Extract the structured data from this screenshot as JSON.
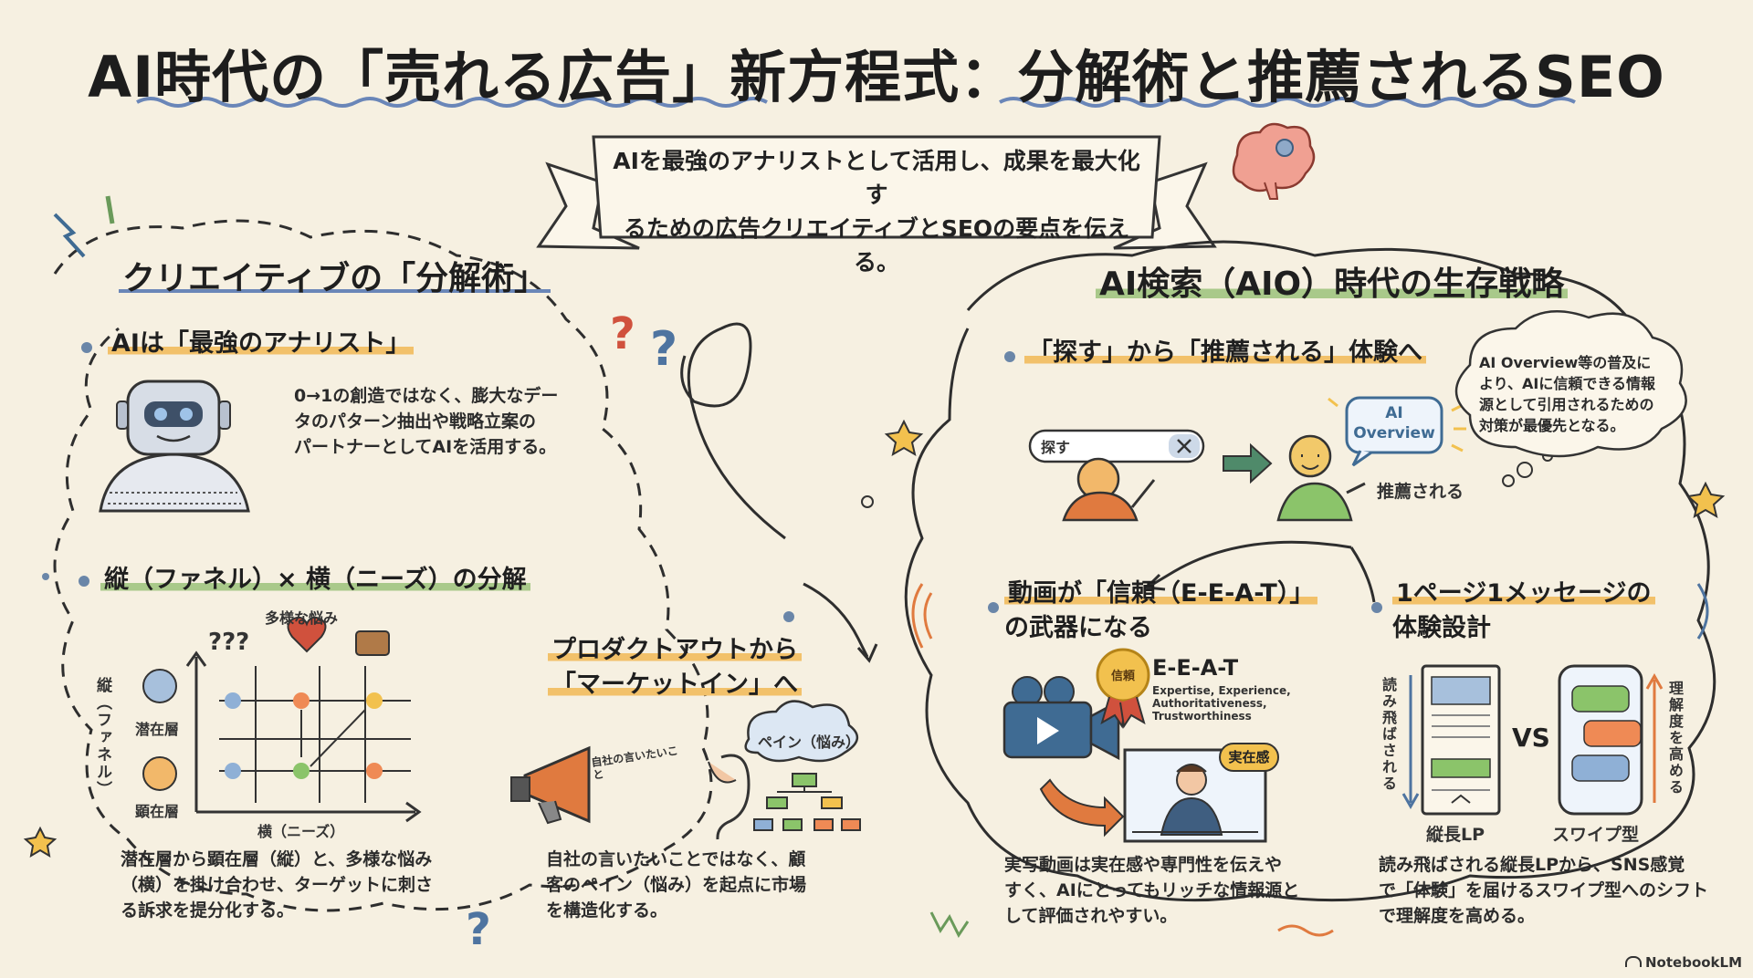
{
  "title": "AI時代の「売れる広告」新方程式：分解術と推薦されるSEO",
  "banner": {
    "line1": "AIを最強のアナリストとして活用し、成果を最大化す",
    "line2": "るための広告クリエイティブとSEOの要点を伝える。"
  },
  "left_section": {
    "title": "クリエイティブの「分解術」",
    "analyst": {
      "heading": "AIは「最強のアナリスト」",
      "lines": [
        "0→1の創造ではなく、膨大なデー",
        "タのパターン抽出や戦略立案の",
        "パートナーとしてAIを活用する。"
      ]
    },
    "matrix": {
      "heading": "縦（ファネル）× 横（ニーズ）の分解",
      "top_label": "多様な悩み",
      "y_label": "縦（ファネル）",
      "x_label": "横（ニーズ）",
      "latent": "潜在層",
      "manifest": "顕在層",
      "lines": [
        "潜在層から顕在層（縦）と、多様な悩み",
        "（横）を掛け合わせ、ターゲットに刺さ",
        "る訴求を提分化する。"
      ]
    },
    "market_in": {
      "heading_line1": "プロダクトアウトから",
      "heading_line2": "「マーケットイン」へ",
      "say_label": "自社の言いたいこと",
      "pain_label": "ペイン（悩み）",
      "lines": [
        "自社の言いたいことではなく、顧",
        "客のペイン（悩み）を起点に市場",
        "を構造化する。"
      ]
    }
  },
  "right_section": {
    "title": "AI検索（AIO）時代の生存戦略",
    "recommend": {
      "heading": "「探す」から「推薦される」体験へ",
      "search_label": "探す",
      "ai_bubble_line1": "AI",
      "ai_bubble_line2": "Overview",
      "recommended_label": "推薦される",
      "cloud_lines": [
        "AI Overview等の普及に",
        "より、AIに信頼できる情報",
        "源として引用されるための",
        "対策が最優先となる。"
      ]
    },
    "video": {
      "heading_line1": "動画が「信頼（E-E-A-T）」",
      "heading_line2": "の武器になる",
      "badge": "信頼",
      "eeat_title": "E-E-A-T",
      "eeat_lines": [
        "Expertise, Experience,",
        "Authoritativeness,",
        "Trustworthiness"
      ],
      "presence": "実在感",
      "lines": [
        "実写動画は実在感や専門性を伝えや",
        "すく、AIにとってもリッチな情報源と",
        "して評価されやすい。"
      ]
    },
    "one_page": {
      "heading_line1": "1ページ1メッセージの",
      "heading_line2": "体験設計",
      "skip_label": "読み飛ばされる",
      "vs": "VS",
      "understand_label": "理解度を高める",
      "lp_label": "縦長LP",
      "swipe_label": "スワイプ型",
      "lines": [
        "読み飛ばされる縦長LPから、SNS感覚",
        "で「体験」を届けるスワイプ型へのシフト",
        "で理解度を高める。"
      ]
    }
  },
  "footer": {
    "brand": "NotebookLM"
  },
  "colors": {
    "background": "#f6f0e1",
    "highlight_orange": "#f2c16a",
    "highlight_green": "#a9c98a",
    "accent_blue": "#3f6b93",
    "accent_orange": "#e07a3f"
  }
}
